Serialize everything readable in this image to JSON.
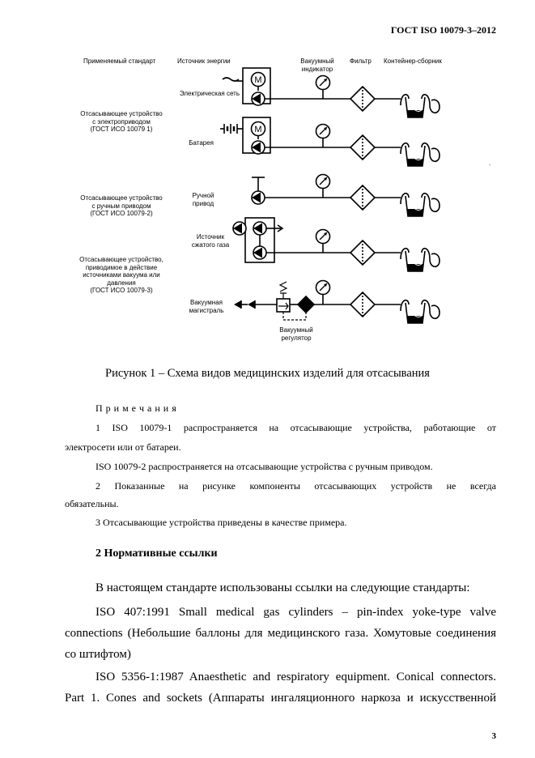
{
  "header": {
    "standard": "ГОСТ ISO 10079-3–2012"
  },
  "figure": {
    "col_standard": "Применяемый стандарт",
    "col_source": "Источник энергии",
    "col_vacuum_l1": "Вакуумный",
    "col_vacuum_l2": "индикатор",
    "col_filter": "Фильтр",
    "col_container": "Контейнер-сборник",
    "std1_l1": "Отсасывающее устройство",
    "std1_l2": "с электроприводом",
    "std1_l3": "(ГОСТ ИСО 10079 1)",
    "std2_l1": "Отсасывающее устройство",
    "std2_l2": "с ручным приводом",
    "std2_l3": "(ГОСТ ИСО 10079-2)",
    "std3_l1": "Отсасывающее устройство,",
    "std3_l2": "приводимое в действие",
    "std3_l3": "источниками вакуума или",
    "std3_l4": "давления",
    "std3_l5": "(ГОСТ ИСО 10079-3)",
    "src_mains": "Электрическая сеть",
    "src_battery": "Батарея",
    "src_manual_l1": "Ручной",
    "src_manual_l2": "привод",
    "src_gas_l1": "Источник",
    "src_gas_l2": "сжатого газа",
    "src_vac_l1": "Вакуумная",
    "src_vac_l2": "магистраль",
    "regulator_l1": "Вакуумный",
    "regulator_l2": "регулятор",
    "motor_symbol": "M",
    "stray_dot": "."
  },
  "caption": "Рисунок 1 – Схема видов медицинских изделий для отсасывания",
  "notes": {
    "title": "П р и м е ч а н и я",
    "n1_line1": "1   ISO 10079-1 распространяется на отсасывающие устройства, работающие от",
    "n1_line2": "электросети или от батареи.",
    "n1b": "ISO 10079-2 распространяется на отсасывающие устройства с ручным приводом.",
    "n2_line1": "2   Показанные   на   рисунке   компоненты   отсасывающих   устройств   не   всегда",
    "n2_line2": "обязательны.",
    "n3": "3   Отсасывающие устройства приведены в качестве примера."
  },
  "section": {
    "heading": "2 Нормативные ссылки",
    "intro": "В настоящем стандарте использованы ссылки на следующие стандарты:",
    "ref1_line1": "ISO 407:1991 Small medical gas cylinders – pin-index yoke-type valve",
    "ref1_line2": "connections (Небольшие баллоны для медицинского газа. Хомутовые соединения",
    "ref1_line3": "со штифтом)",
    "ref2_line1": "ISO 5356-1:1987 Anaesthetic and respiratory equipment. Conical connectors.",
    "ref2_line2": "Part 1. Cones and sockets (Аппараты ингаляционного наркоза и искусственной"
  },
  "page_number": "3"
}
